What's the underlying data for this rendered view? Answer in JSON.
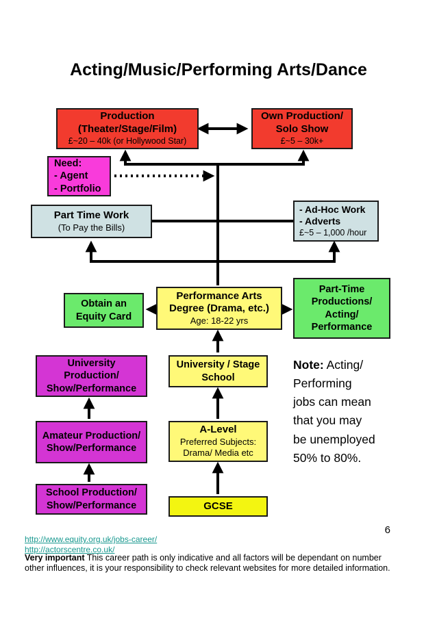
{
  "title": "Acting/Music/Performing Arts/Dance",
  "page": {
    "number": "6"
  },
  "colors": {
    "red": "#F23B2E",
    "pink": "#F93BDB",
    "blue": "#CFE1E3",
    "green": "#6BEA6C",
    "yellow": "#FFF978",
    "purple": "#D435D4",
    "brightYellow": "#F3F511",
    "link": "#18988F",
    "arrow": "#000000"
  },
  "boxes": {
    "production": {
      "line1": "Production",
      "line2": "(Theater/Stage/Film)",
      "line3": "£~20 – 40k (or Hollywood Star)"
    },
    "own_production": {
      "line1": "Own Production/",
      "line2": "Solo Show",
      "line3": "£~5 – 30k+"
    },
    "need": {
      "line1": "Need:",
      "line2": "- Agent",
      "line3": "- Portfolio"
    },
    "part_time_work": {
      "line1": "Part Time Work",
      "line2": "(To Pay the Bills)"
    },
    "ad_hoc": {
      "line1": "- Ad-Hoc Work",
      "line2": "- Adverts",
      "line3": "£~5 – 1,000 /hour"
    },
    "equity_card": {
      "line1": "Obtain an",
      "line2": "Equity Card"
    },
    "degree": {
      "line1": "Performance Arts",
      "line2": "Degree (Drama, etc.)",
      "line3": "Age: 18-22 yrs"
    },
    "part_time_productions": {
      "line1": "Part-Time",
      "line2": "Productions/",
      "line3": "Acting/",
      "line4": "Performance"
    },
    "university_production": {
      "line1": "University",
      "line2": "Production/",
      "line3": "Show/Performance"
    },
    "university_stage_school": {
      "line1": "University / Stage",
      "line2": "School"
    },
    "amateur_production": {
      "line1": "Amateur Production/",
      "line2": "Show/Performance"
    },
    "a_level": {
      "line1": "A-Level",
      "line2": "Preferred Subjects:",
      "line3": "Drama/ Media etc"
    },
    "school_production": {
      "line1": "School Production/",
      "line2": "Show/Performance"
    },
    "gcse": {
      "line1": "GCSE"
    }
  },
  "note": {
    "label": "Note:",
    "lines": [
      "Acting/",
      "Performing",
      "jobs can mean",
      "that you may",
      "be unemployed",
      "50% to 80%."
    ]
  },
  "footer": {
    "links": [
      "http://www.equity.org.uk/jobs-career/",
      "http://actorscentre.co.uk/"
    ],
    "disclaimer_bold": "Very important",
    "disclaimer_rest": " This career path is only indicative and all factors will be dependant on number other influences, it is your responsibility to check relevant websites for more detailed information."
  }
}
